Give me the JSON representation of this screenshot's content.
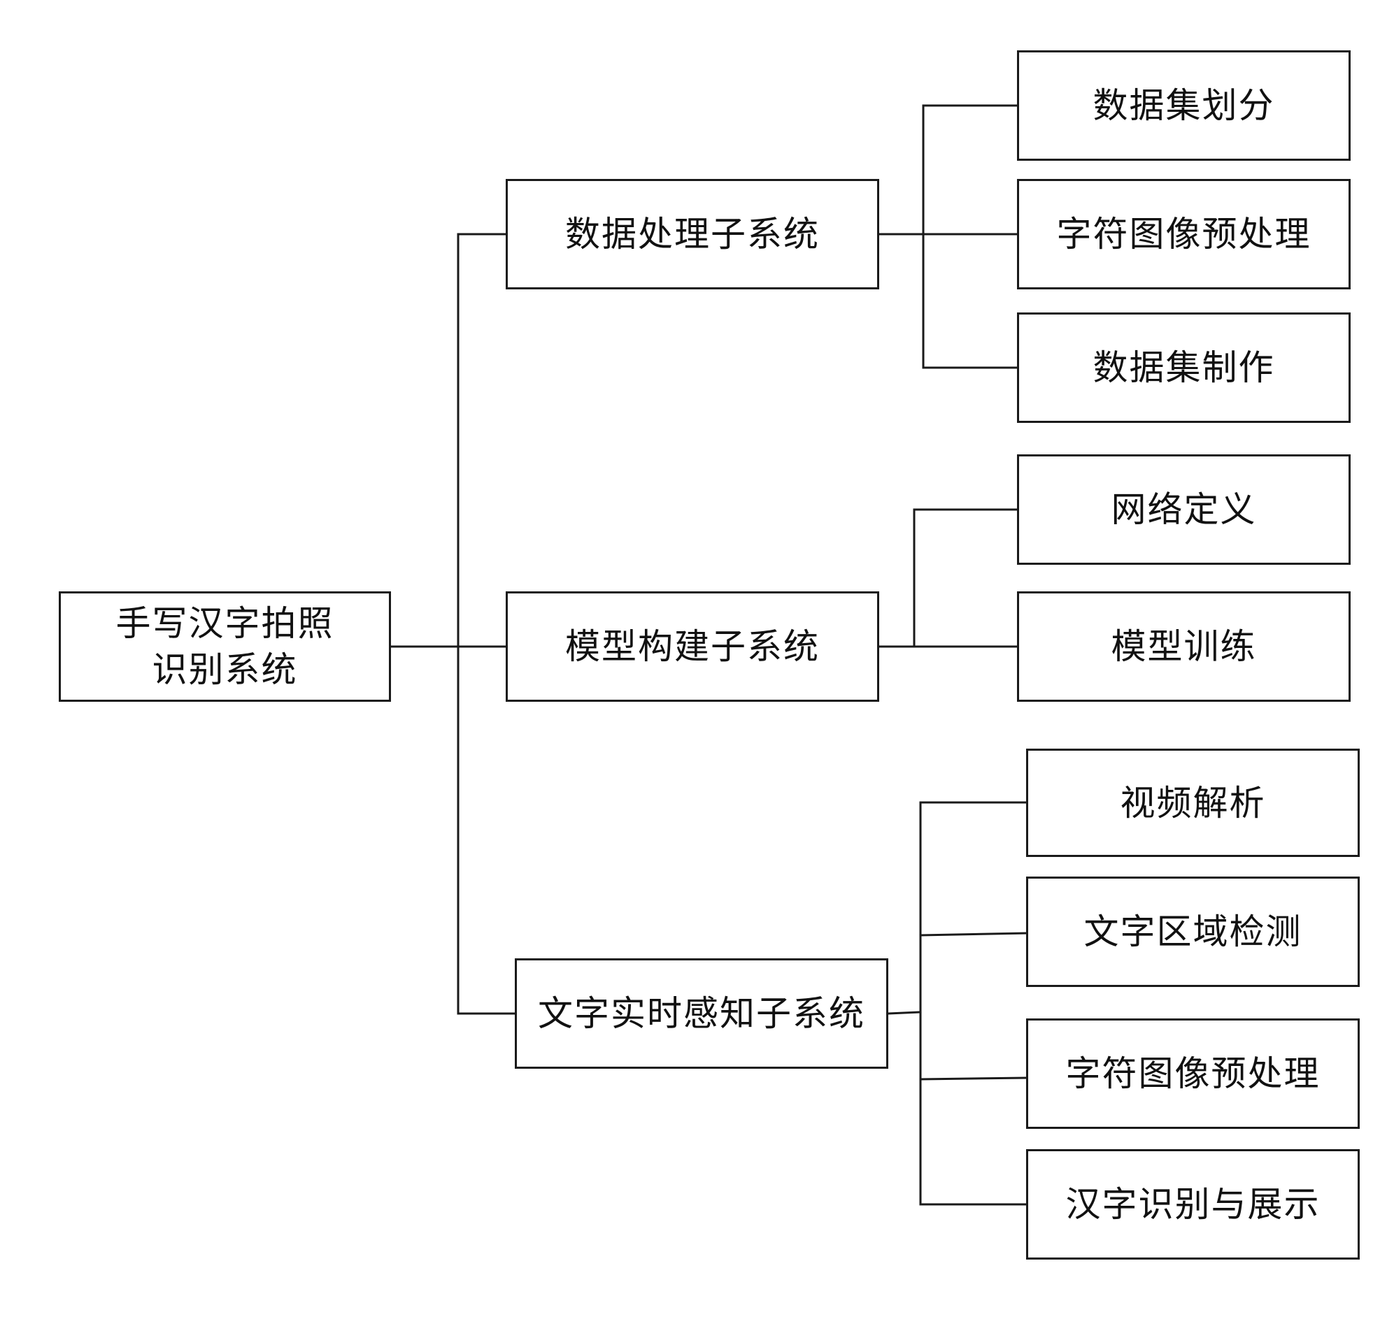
{
  "root": {
    "label": "手写汉字拍照\n识别系统"
  },
  "subsystems": [
    {
      "label": "数据处理子系统",
      "children": [
        "数据集划分",
        "字符图像预处理",
        "数据集制作"
      ]
    },
    {
      "label": "模型构建子系统",
      "children": [
        "网络定义",
        "模型训练"
      ]
    },
    {
      "label": "文字实时感知子系统",
      "children": [
        "视频解析",
        "文字区域检测",
        "字符图像预处理",
        "汉字识别与展示"
      ]
    }
  ],
  "colors": {
    "line": "#1a1a1a",
    "box_border": "#1a1a1a",
    "box_fill": "#ffffff",
    "text": "#111111"
  }
}
